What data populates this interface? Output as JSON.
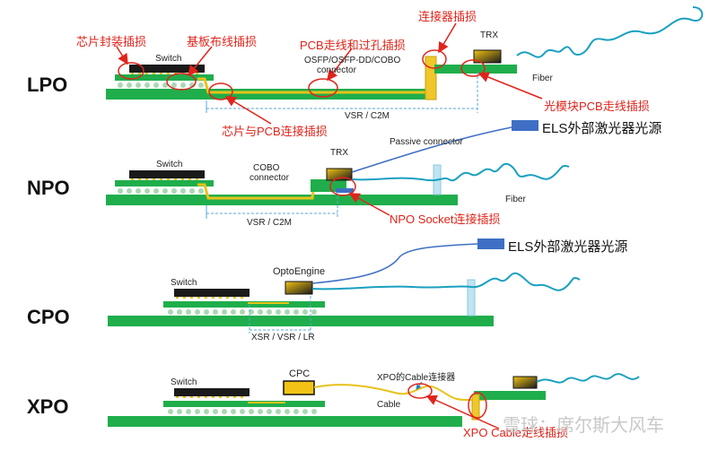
{
  "rows": {
    "lpo": "LPO",
    "npo": "NPO",
    "cpo": "CPO",
    "xpo": "XPO"
  },
  "lpo": {
    "ann_chip_pkg": "芯片封装插损",
    "ann_substrate": "基板布线插损",
    "ann_pcb_via": "PCB走线和过孔插损",
    "ann_connector": "连接器插损",
    "ann_module_pcb": "光模块PCB走线插损",
    "ann_chip_pcb": "芯片与PCB连接插损",
    "switch": "Switch",
    "connector": "OSFP/OSFP-DD/COBO\nconnector",
    "connector_line1": "OSFP/OSFP-DD/COBO",
    "connector_line2": "connector",
    "trx": "TRX",
    "fiber": "Fiber",
    "vsr": "VSR / C2M"
  },
  "npo": {
    "els": "ELS外部激光器光源",
    "switch": "Switch",
    "cobo_line1": "COBO",
    "cobo_line2": "connector",
    "trx": "TRX",
    "passive": "Passive connector",
    "fiber": "Fiber",
    "vsr": "VSR / C2M",
    "ann_socket": "NPO Socket连接插损"
  },
  "cpo": {
    "els": "ELS外部激光器光源",
    "switch": "Switch",
    "optoengine": "OptoEngine",
    "xsr": "XSR / VSR / LR"
  },
  "xpo": {
    "switch": "Switch",
    "cpc": "CPC",
    "cable_connector": "XPO的Cable连接器",
    "cable": "Cable",
    "ann_cable": "XPO Cable走线插损"
  },
  "watermark": "雪球：席尔斯大风车",
  "colors": {
    "pcb": "#1fae4b",
    "chip": "#1a1a1a",
    "trace": "#e8c21a",
    "fiber": "#1aa0c0",
    "annotation": "#e0241b",
    "els": "#3e6fc4",
    "trx_module": "#f2c315"
  }
}
